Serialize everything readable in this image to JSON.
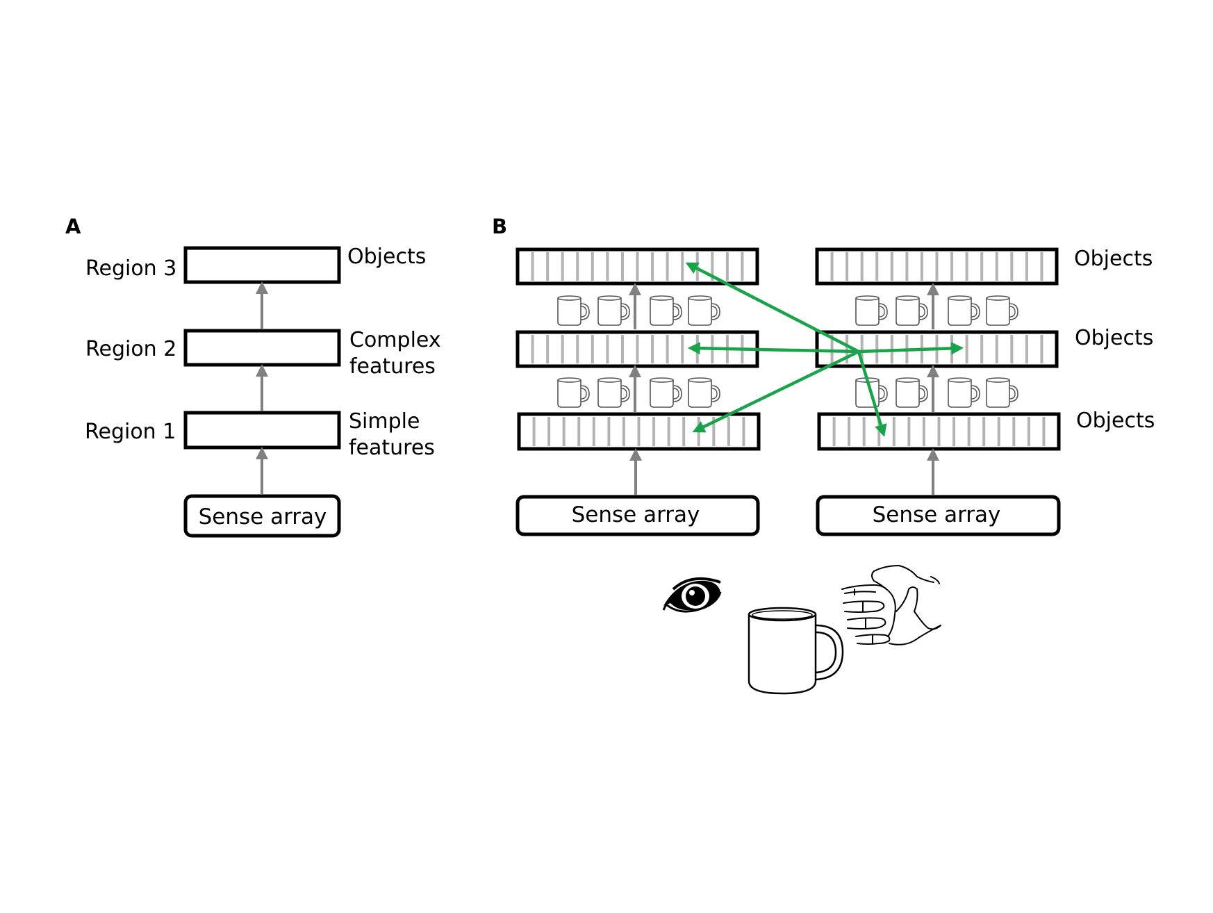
{
  "panel_a": {
    "label": "A",
    "regions": [
      {
        "name": "Region 3",
        "desc": [
          "Objects"
        ]
      },
      {
        "name": "Region 2",
        "desc": [
          "Complex",
          "features"
        ]
      },
      {
        "name": "Region 1",
        "desc": [
          "Simple",
          "features"
        ]
      }
    ],
    "sense": "Sense array"
  },
  "panel_b": {
    "label": "B",
    "column_labels": [
      "Objects",
      "Objects",
      "Objects"
    ],
    "sense_left": "Sense array",
    "sense_right": "Sense array"
  },
  "colors": {
    "arrow_up": "#808080",
    "lateral_arrow": "#1aa34a",
    "stripe": "#b3b3b3",
    "box_stroke": "#000000"
  },
  "icons": [
    "eye-icon",
    "mug-icon",
    "hand-icon"
  ]
}
